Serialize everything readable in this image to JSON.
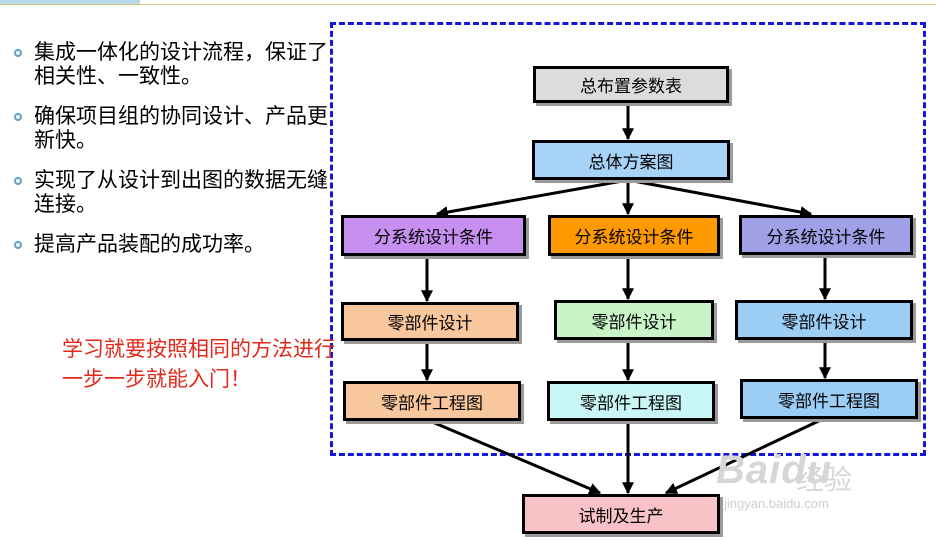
{
  "bullets": [
    "集成一体化的设计流程，保证了相关性、一致性。",
    "确保项目组的协同设计、产品更新快。",
    "实现了从设计到出图的数据无缝连接。",
    "提高产品装配的成功率。"
  ],
  "note": [
    "学习就要按照相同的方法进行",
    "一步一步就能入门！"
  ],
  "flow": {
    "top": {
      "label": "总布置参数表",
      "color": "#dcdcdc"
    },
    "overall": {
      "label": "总体方案图",
      "color": "#a7d3f8"
    },
    "branches": [
      {
        "condition": {
          "label": "分系统设计条件",
          "color": "#c78fef"
        },
        "design": {
          "label": "零部件设计",
          "color": "#f9c79d"
        },
        "drawing": {
          "label": "零部件工程图",
          "color": "#f9c79d"
        }
      },
      {
        "condition": {
          "label": "分系统设计条件",
          "color": "#ff9900"
        },
        "design": {
          "label": "零部件设计",
          "color": "#c8f5c8"
        },
        "drawing": {
          "label": "零部件工程图",
          "color": "#c8f6f6"
        }
      },
      {
        "condition": {
          "label": "分系统设计条件",
          "color": "#9fa0e6"
        },
        "design": {
          "label": "零部件设计",
          "color": "#9ccdf5"
        },
        "drawing": {
          "label": "零部件工程图",
          "color": "#9ccdf5"
        }
      }
    ],
    "final": {
      "label": "试制及生产",
      "color": "#f8c2c6"
    }
  },
  "watermark": {
    "brand": "Baidu",
    "sub": "经验",
    "url": "jingyan.baidu.com"
  }
}
